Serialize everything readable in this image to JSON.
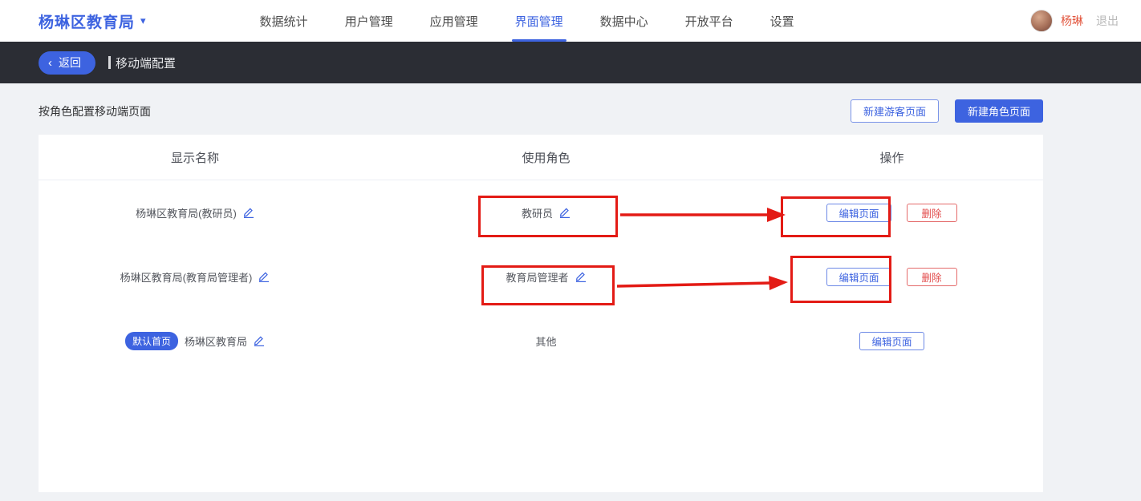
{
  "header": {
    "logo": "杨琳区教育局",
    "nav": [
      "数据统计",
      "用户管理",
      "应用管理",
      "界面管理",
      "数据中心",
      "开放平台",
      "设置"
    ],
    "active_nav": "界面管理",
    "user": {
      "name": "杨琳",
      "logout": "退出"
    }
  },
  "subheader": {
    "back": "返回",
    "back_chevron": "‹",
    "title": "移动端配置"
  },
  "toolbar": {
    "caption": "按角色配置移动端页面",
    "new_guest_label": "新建游客页面",
    "new_role_label": "新建角色页面"
  },
  "table": {
    "columns": [
      "显示名称",
      "使用角色",
      "操作"
    ],
    "rows": [
      {
        "name": "杨琳区教育局(教研员)",
        "role": "教研员",
        "edit": "编辑页面",
        "delete": "删除"
      },
      {
        "name": "杨琳区教育局(教育局管理者)",
        "role": "教育局管理者",
        "edit": "编辑页面",
        "delete": "删除"
      },
      {
        "badge": "默认首页",
        "name": "杨琳区教育局",
        "role": "其他",
        "edit": "编辑页面"
      }
    ]
  },
  "icons": {
    "logo_caret": "▾",
    "edit_pencil": "pencil-with-underline"
  },
  "colors": {
    "accent": "#3d63e0",
    "danger": "#e24c4c",
    "annotation_red": "#e31b15",
    "dark_bar": "#2b2d34",
    "page_bg": "#f0f2f5",
    "username": "#e2553d"
  }
}
